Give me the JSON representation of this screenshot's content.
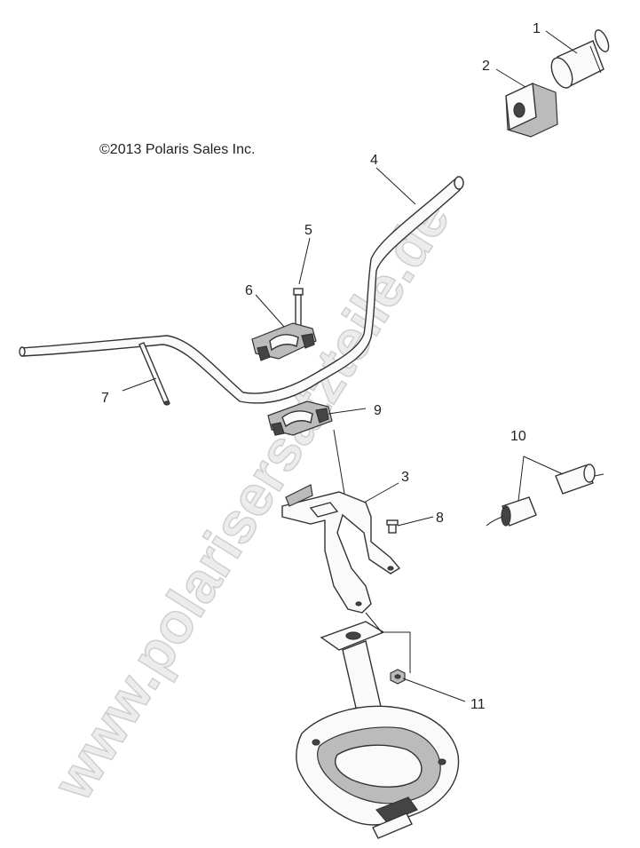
{
  "copyright": "©2013 Polaris Sales Inc.",
  "watermark": "www.polarisersatzteile.de",
  "callouts": [
    {
      "id": "1",
      "label": "1"
    },
    {
      "id": "2",
      "label": "2"
    },
    {
      "id": "3",
      "label": "3"
    },
    {
      "id": "4",
      "label": "4"
    },
    {
      "id": "5",
      "label": "5"
    },
    {
      "id": "6",
      "label": "6"
    },
    {
      "id": "7",
      "label": "7"
    },
    {
      "id": "8",
      "label": "8"
    },
    {
      "id": "9",
      "label": "9"
    },
    {
      "id": "10",
      "label": "10"
    },
    {
      "id": "11",
      "label": "11"
    }
  ]
}
